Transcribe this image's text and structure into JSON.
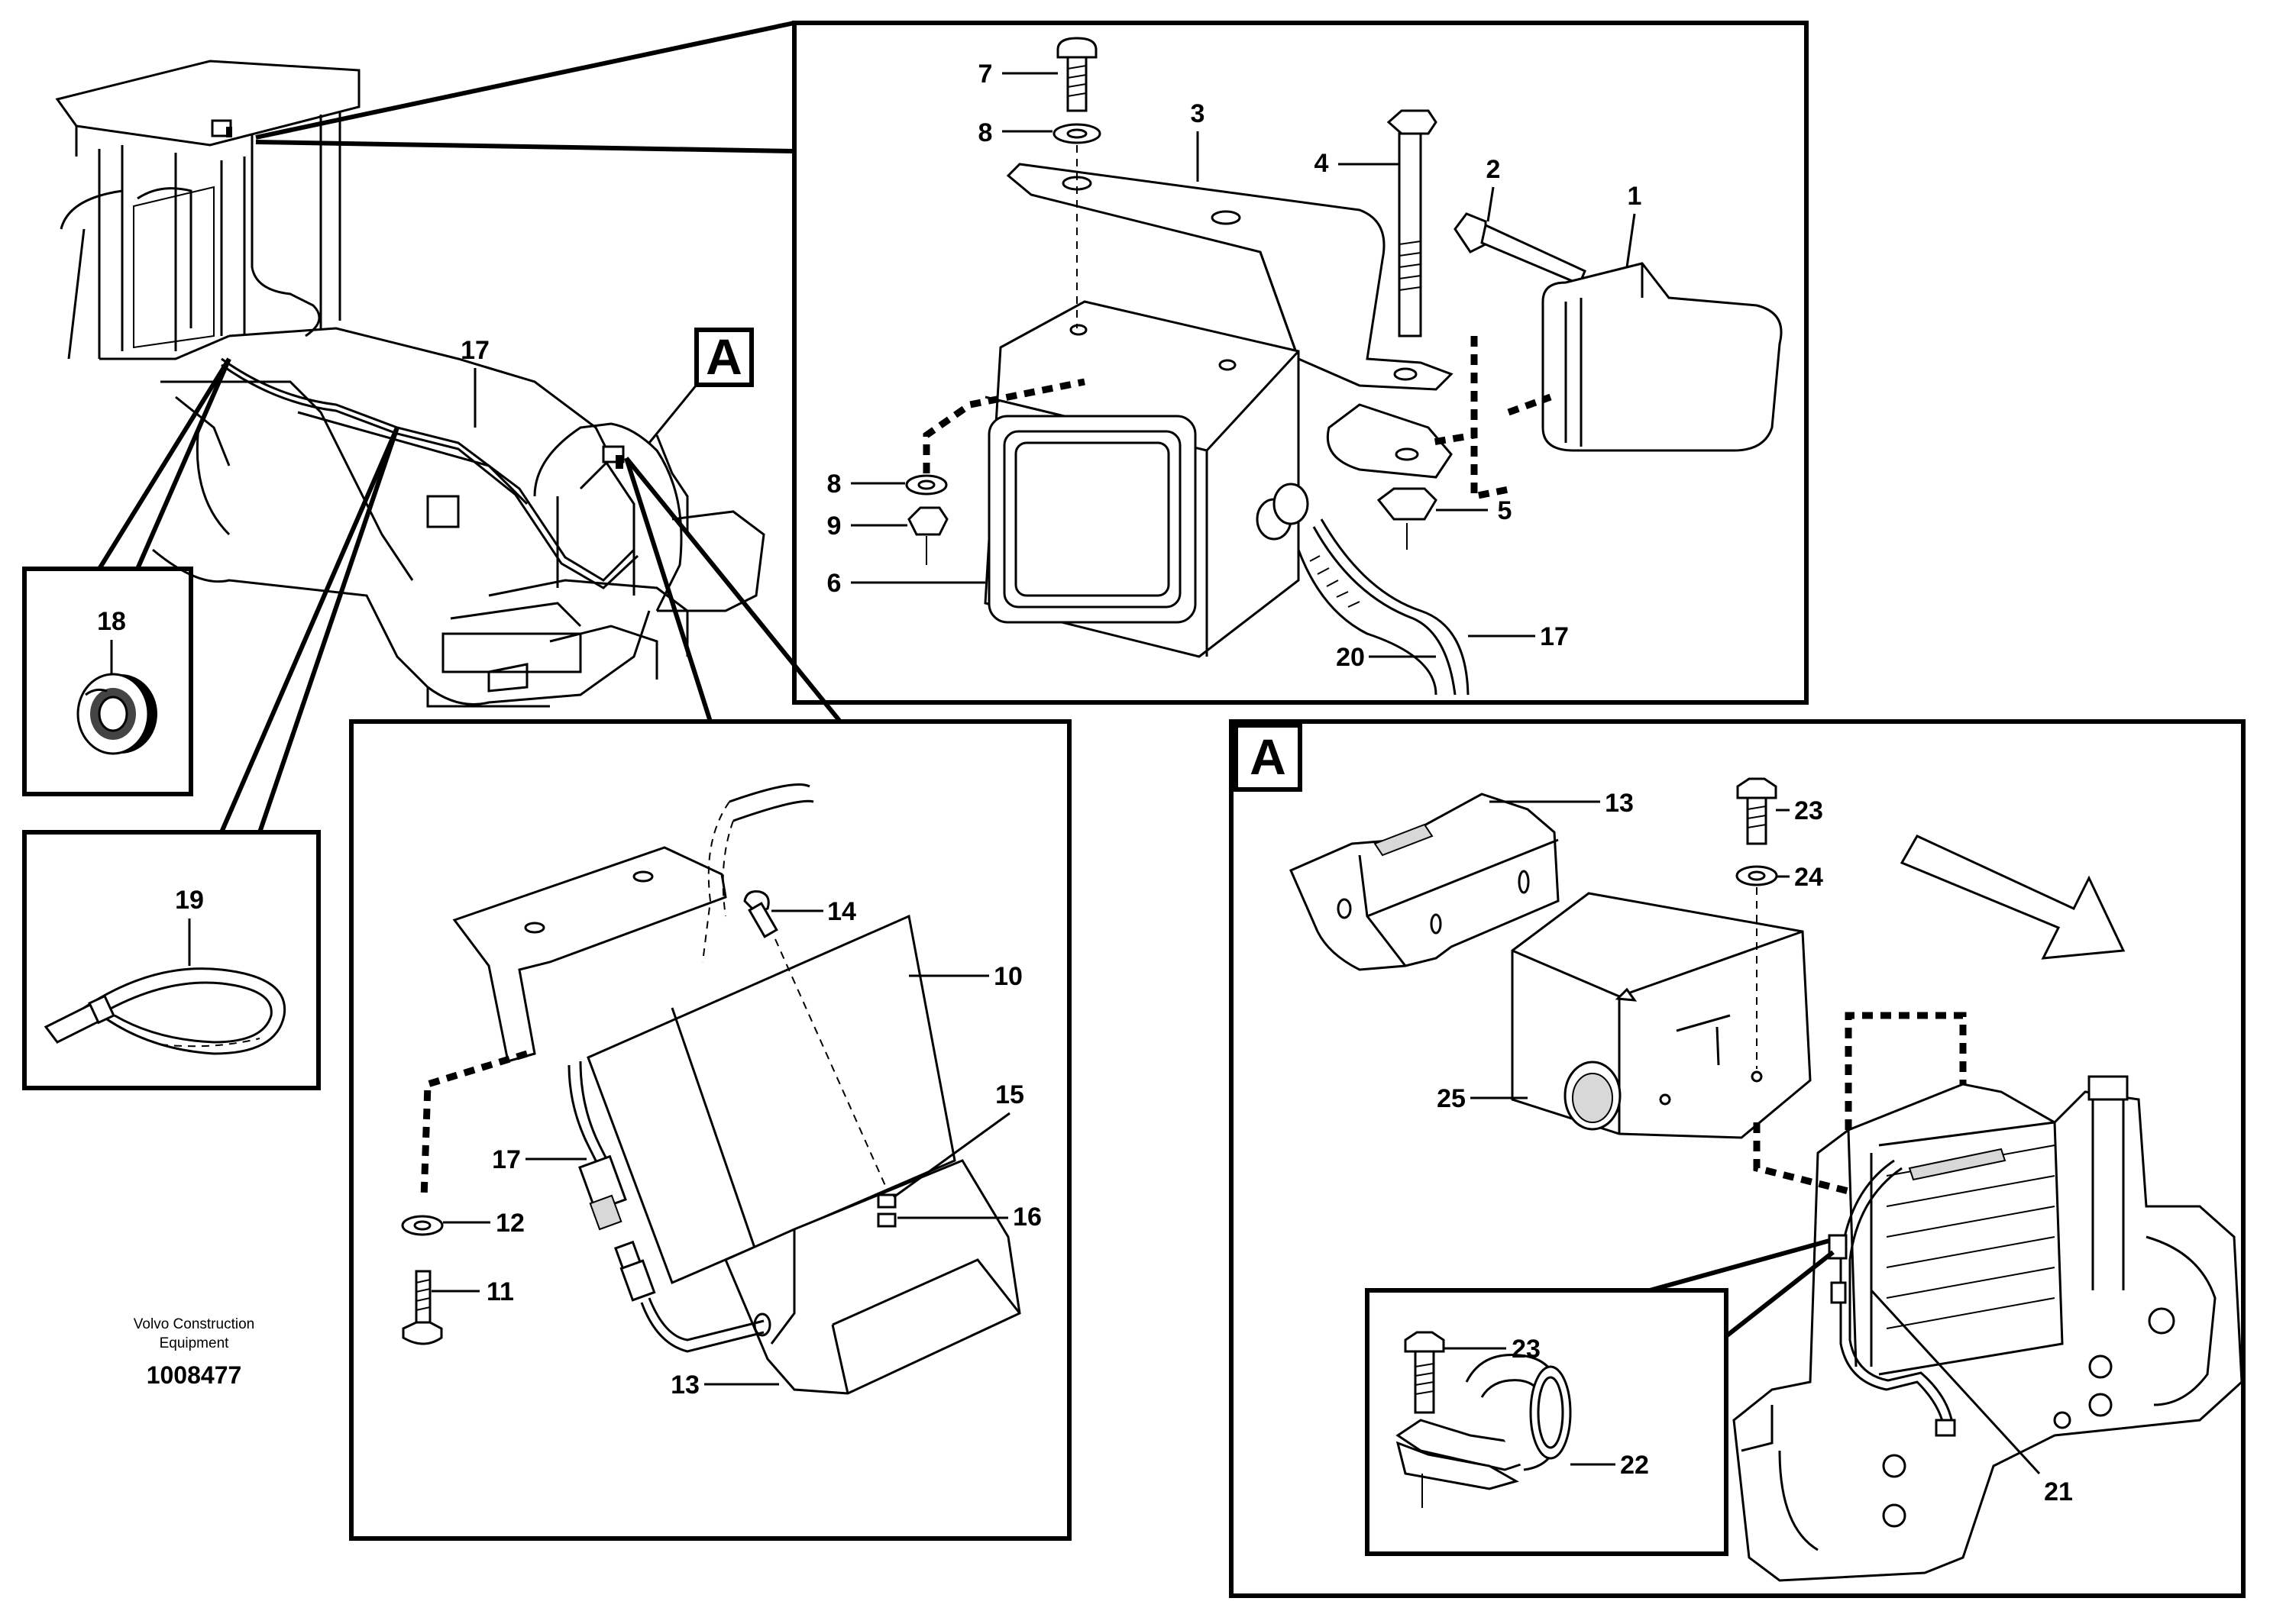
{
  "diagram": {
    "brand": [
      "Volvo Construction",
      "Equipment"
    ],
    "drawing_number": "1008477",
    "detail_box_label": "A",
    "overview_marker_label": "A",
    "callouts": {
      "c1": "1",
      "c2": "2",
      "c3": "3",
      "c4": "4",
      "c5": "5",
      "c6": "6",
      "c7": "7",
      "c8a": "8",
      "c8b": "8",
      "c9": "9",
      "c10": "10",
      "c11": "11",
      "c12": "12",
      "c13a": "13",
      "c13b": "13",
      "c14": "14",
      "c15": "15",
      "c16": "16",
      "c17a": "17",
      "c17b": "17",
      "c17c": "17",
      "c18": "18",
      "c19": "19",
      "c20": "20",
      "c21": "21",
      "c22": "22",
      "c23a": "23",
      "c23b": "23",
      "c24": "24",
      "c25": "25"
    }
  }
}
